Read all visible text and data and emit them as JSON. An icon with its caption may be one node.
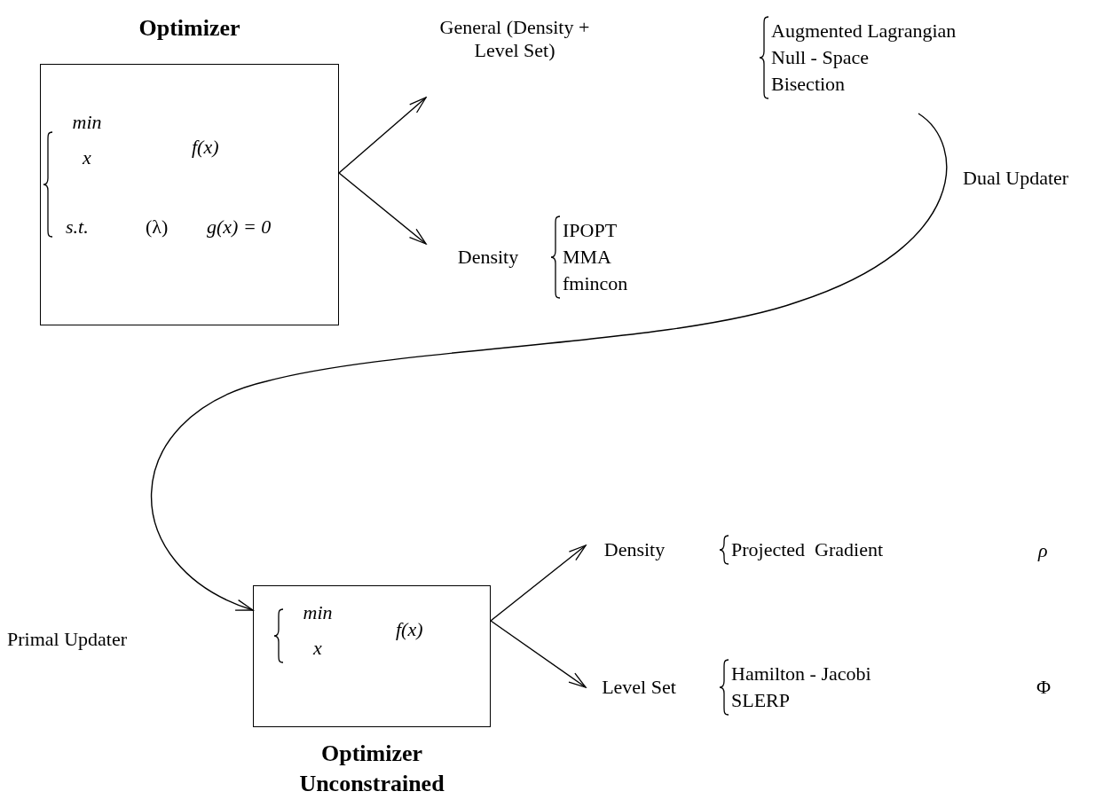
{
  "diagram": {
    "nodes": [
      {
        "text": [
          "Optimizer",
          "min x",
          "f(x)",
          "s.t.",
          "(λ)",
          "g(x) = 0"
        ]
      },
      {
        "text": [
          "General (Density + Level Set)",
          "Augmented Lagrangian",
          "Null - Space",
          "Bisection"
        ]
      },
      {
        "text": [
          "Density",
          "IPOPT",
          "MMA",
          "fmincon"
        ]
      },
      {
        "text": [
          "min x",
          "f(x)",
          "Optimizer Unconstrained"
        ]
      },
      {
        "text": [
          "Density",
          "Projected  Gradient"
        ]
      },
      {
        "text": [
          "Level Set",
          "Hamilton - Jacobi",
          "SLERP"
        ]
      }
    ],
    "edges": [
      {
        "from": 0,
        "to": 1,
        "arrow": "to"
      },
      {
        "from": 0,
        "to": 2,
        "arrow": "to"
      },
      {
        "from": 1,
        "to": 3,
        "arrow": "to"
      },
      {
        "from": 3,
        "to": 4,
        "arrow": "to"
      },
      {
        "from": 3,
        "to": 5,
        "arrow": "to"
      }
    ],
    "labels": [
      "Dual Updater",
      "Primal Updater",
      "ρ",
      "Φ"
    ]
  }
}
